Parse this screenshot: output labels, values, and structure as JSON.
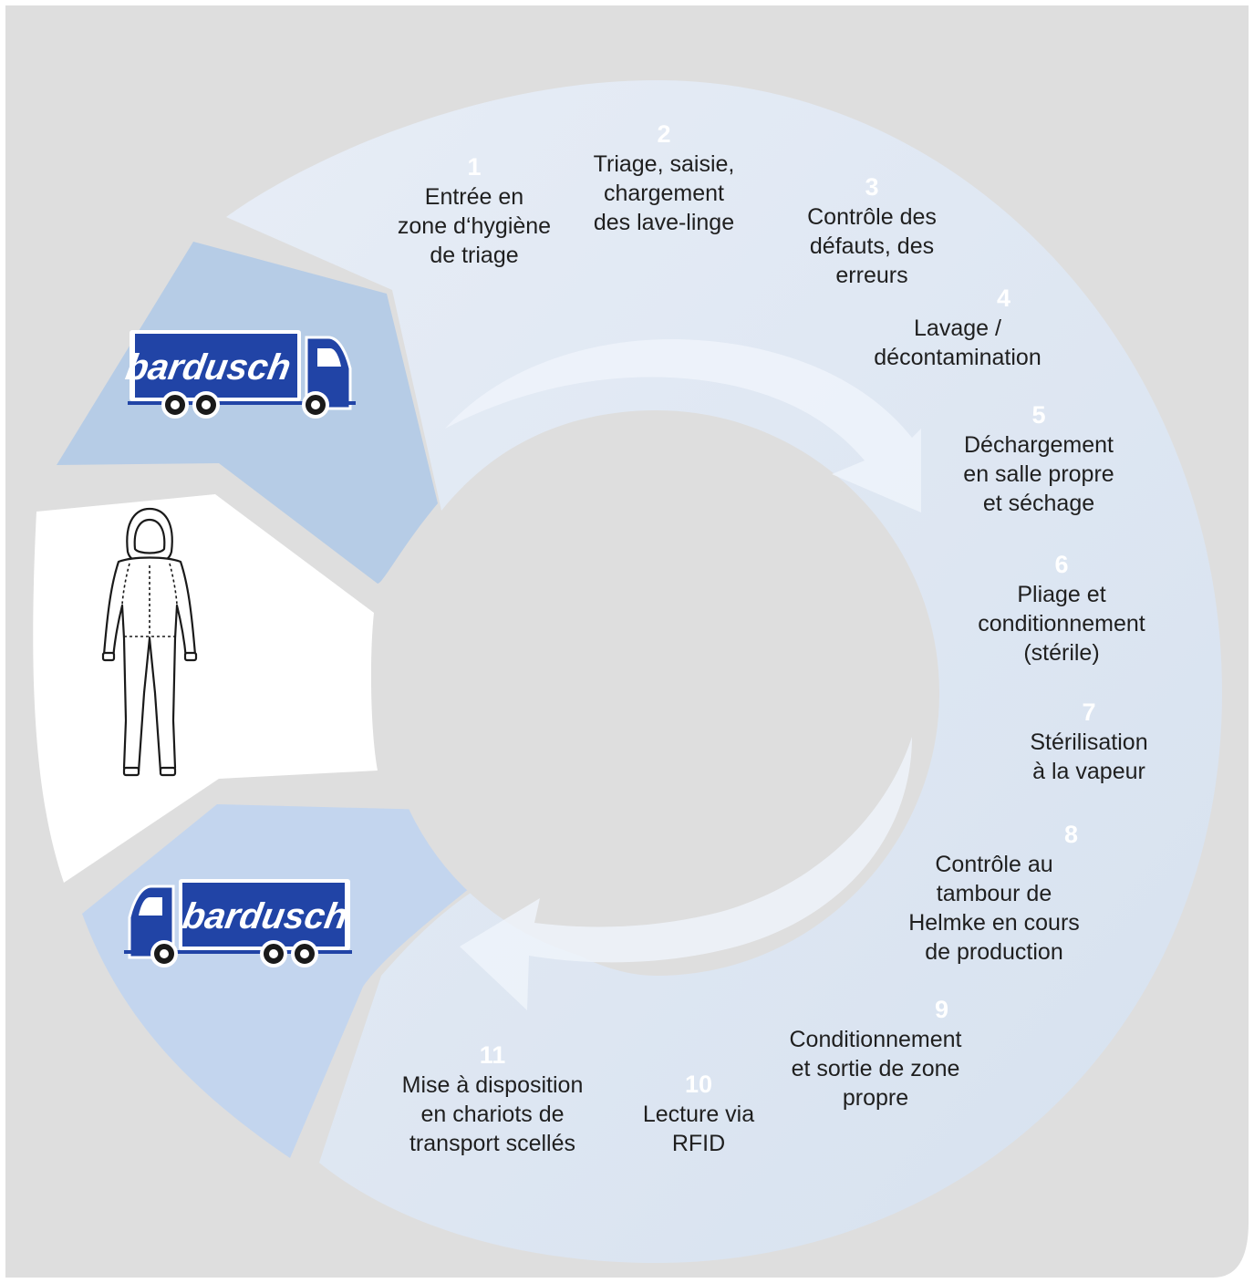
{
  "colors": {
    "background": "#dedede",
    "ring_main": "#dce6f2",
    "ring_highlight": "#e9eff8",
    "truck_segment_top": "#b6cce6",
    "truck_segment_bottom": "#c3d5ee",
    "garment_segment": "#ffffff",
    "center_hole": "#dedede",
    "truck_blue": "#2144a6",
    "step_number": "#ffffff",
    "label_text": "#1f1f1f"
  },
  "brand": {
    "name": "bardusch"
  },
  "icons": {
    "truck_top": "delivery-truck-icon",
    "truck_bottom": "delivery-truck-icon",
    "garment": "protective-coverall-icon",
    "arrow_top": "clockwise-arrow-icon",
    "arrow_bottom": "clockwise-arrow-icon"
  },
  "steps": [
    {
      "number": "1",
      "label": "Entrée en\nzone d‘hygiène\nde triage"
    },
    {
      "number": "2",
      "label": "Triage, saisie,\nchargement\ndes lave-linge"
    },
    {
      "number": "3",
      "label": "Contrôle des\ndéfauts, des\nerreurs"
    },
    {
      "number": "4",
      "label": "Lavage /\ndécontamination"
    },
    {
      "number": "5",
      "label": "Déchargement\nen salle propre\net séchage"
    },
    {
      "number": "6",
      "label": "Pliage et\nconditionnement\n(stérile)"
    },
    {
      "number": "7",
      "label": "Stérilisation\nà la vapeur"
    },
    {
      "number": "8",
      "label": "Contrôle au\ntambour de\nHelmke en cours\nde production"
    },
    {
      "number": "9",
      "label": "Conditionnement\net sortie de zone\npropre"
    },
    {
      "number": "10",
      "label": "Lecture via\nRFID"
    },
    {
      "number": "11",
      "label": "Mise à disposition\nen chariots de\ntransport scellés"
    }
  ]
}
